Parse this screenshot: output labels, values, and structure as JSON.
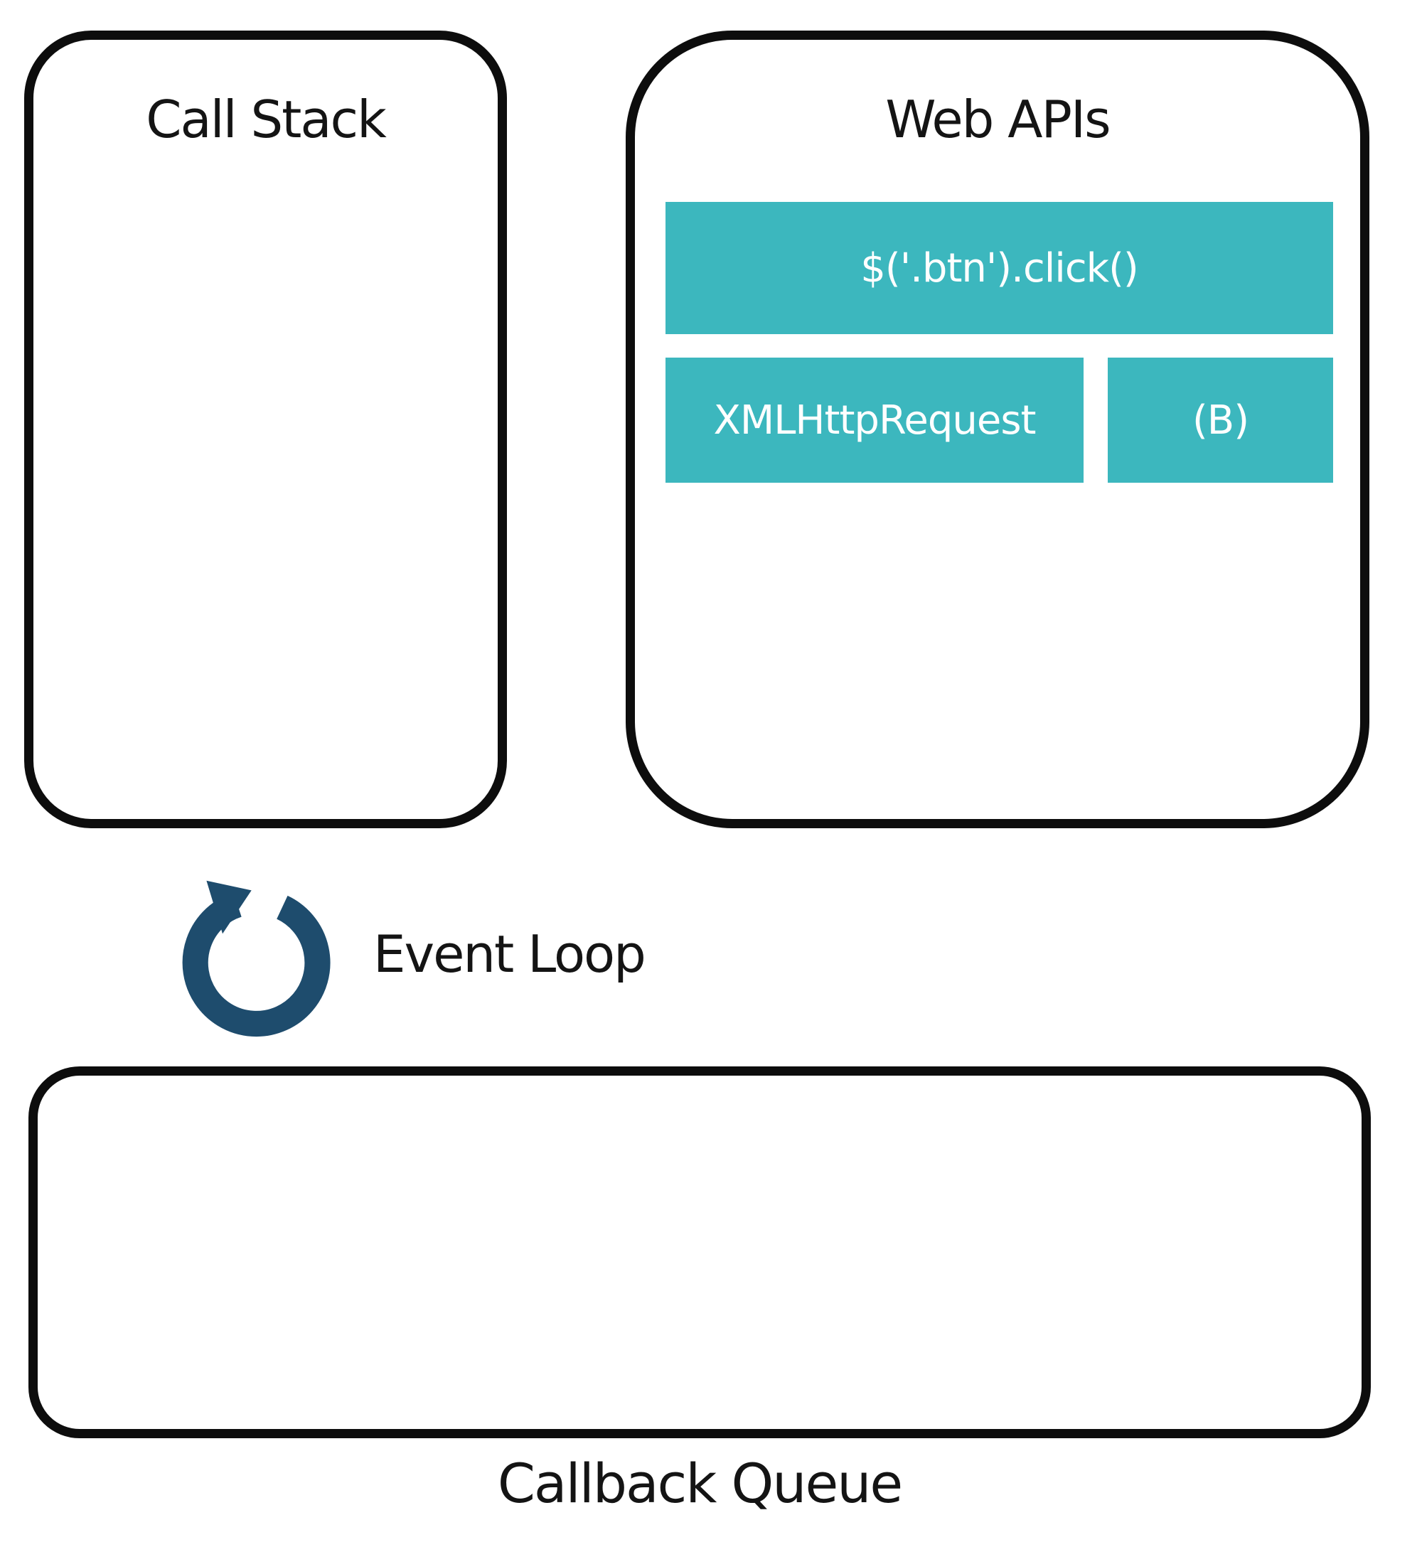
{
  "diagram": {
    "call_stack": {
      "title": "Call Stack"
    },
    "web_apis": {
      "title": "Web APIs",
      "items": [
        {
          "label": "$('.btn').click()"
        },
        {
          "label": "XMLHttpRequest"
        },
        {
          "label": "(B)"
        }
      ]
    },
    "event_loop": {
      "label": "Event Loop",
      "icon": "loop-arrow-icon"
    },
    "callback_queue": {
      "title": "Callback Queue"
    },
    "colors": {
      "teal": "#3cb7be",
      "icon_blue": "#1e4c6d",
      "border": "#0d0d0d",
      "background": "#ffffff",
      "teal_text": "#ffffff"
    }
  }
}
